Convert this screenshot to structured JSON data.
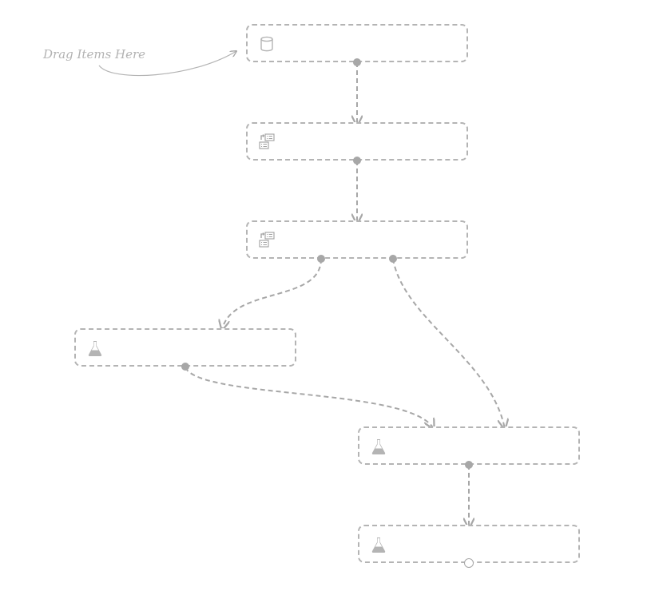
{
  "canvas": {
    "hint_text": "Drag Items Here"
  },
  "nodes": [
    {
      "id": "data-source",
      "icon": "database-icon",
      "label": ""
    },
    {
      "id": "transform-1",
      "icon": "transform-icon",
      "label": ""
    },
    {
      "id": "transform-2",
      "icon": "transform-icon",
      "label": ""
    },
    {
      "id": "experiment-1",
      "icon": "flask-icon",
      "label": ""
    },
    {
      "id": "experiment-2",
      "icon": "flask-icon",
      "label": ""
    },
    {
      "id": "experiment-3",
      "icon": "flask-icon",
      "label": ""
    }
  ],
  "colors": {
    "stroke": "#b4b4b4",
    "connector": "#a7a7a7",
    "hint": "#b3b3b3"
  }
}
